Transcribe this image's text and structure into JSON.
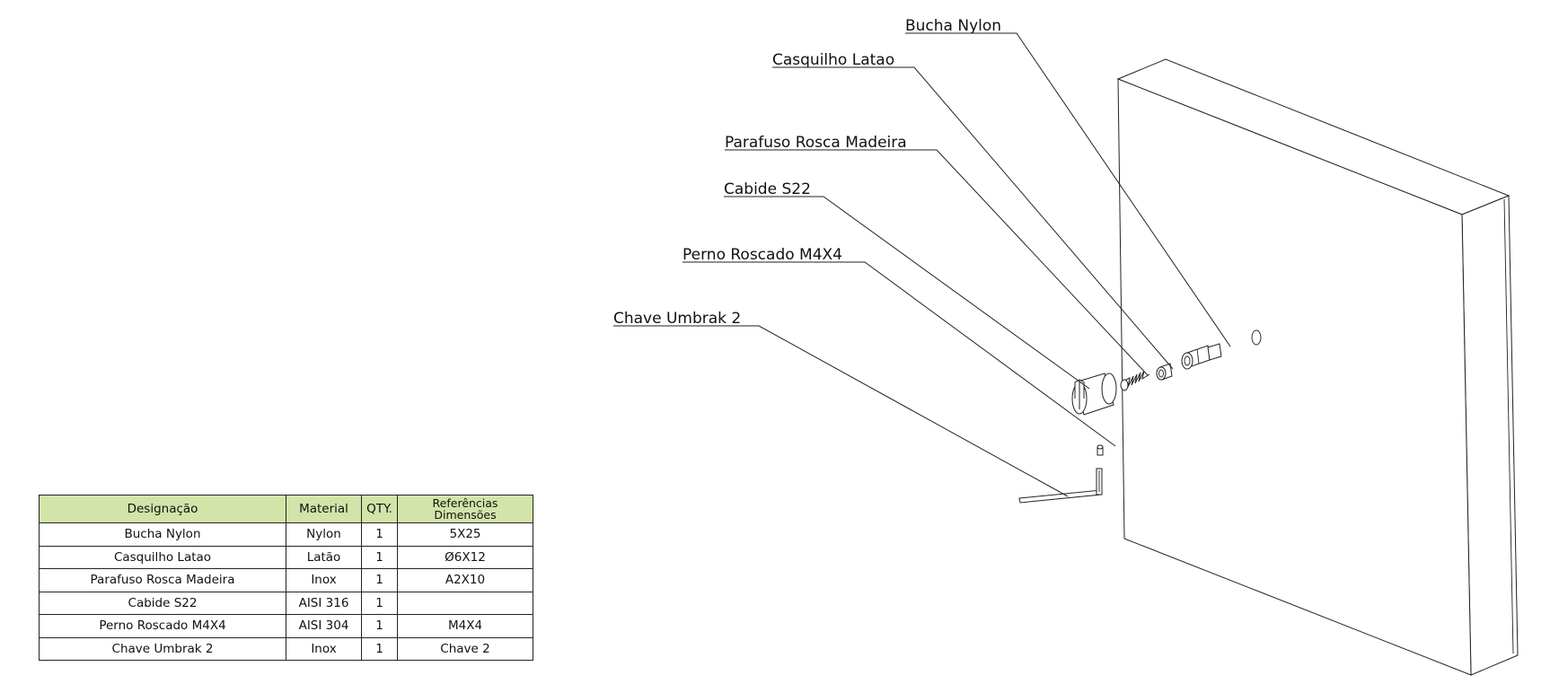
{
  "callouts": [
    {
      "label": "Bucha Nylon"
    },
    {
      "label": "Casquilho Latao"
    },
    {
      "label": "Parafuso Rosca Madeira"
    },
    {
      "label": "Cabide S22"
    },
    {
      "label": "Perno Roscado M4X4"
    },
    {
      "label": "Chave Umbrak 2"
    }
  ],
  "table": {
    "headers": {
      "designacao": "Designação",
      "material": "Material",
      "qty": "QTY.",
      "ref_line1": "Referências",
      "ref_line2": "Dimensões"
    },
    "rows": [
      {
        "designacao": "Bucha Nylon",
        "material": "Nylon",
        "qty": "1",
        "ref": "5X25"
      },
      {
        "designacao": "Casquilho Latao",
        "material": "Latão",
        "qty": "1",
        "ref": "Ø6X12"
      },
      {
        "designacao": "Parafuso Rosca Madeira",
        "material": "Inox",
        "qty": "1",
        "ref": "A2X10"
      },
      {
        "designacao": "Cabide S22",
        "material": "AISI 316",
        "qty": "1",
        "ref": ""
      },
      {
        "designacao": "Perno Roscado M4X4",
        "material": "AISI 304",
        "qty": "1",
        "ref": "M4X4"
      },
      {
        "designacao": "Chave Umbrak 2",
        "material": "Inox",
        "qty": "1",
        "ref": "Chave 2"
      }
    ]
  },
  "colors": {
    "header_bg": "#d3e4a9",
    "line": "#222222"
  }
}
